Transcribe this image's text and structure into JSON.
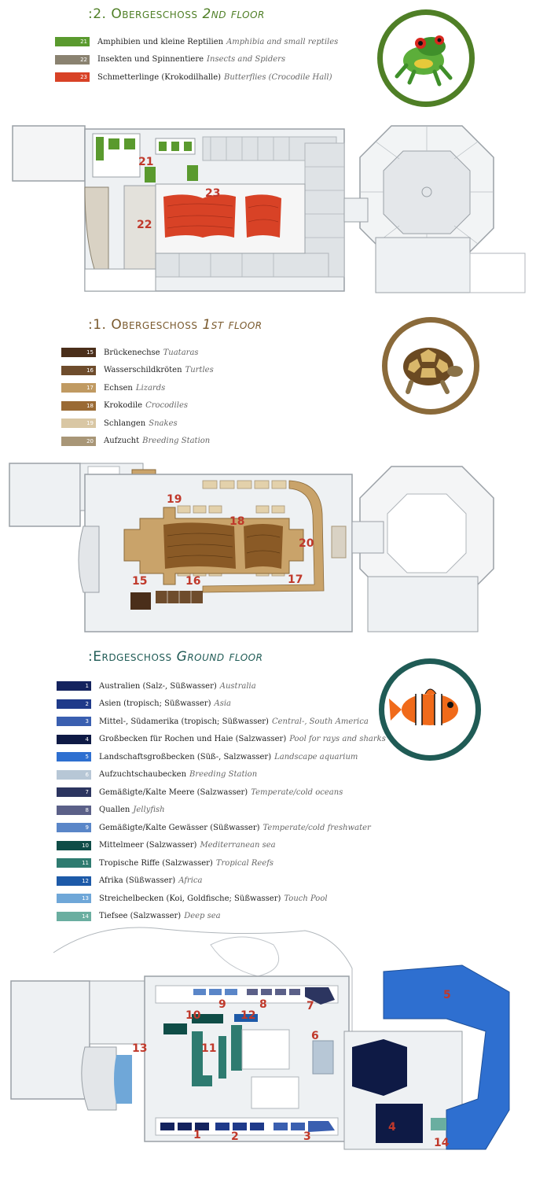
{
  "floors": {
    "second": {
      "prefix": ":",
      "title_de": "2. Obergeschoss",
      "title_en": "2nd floor",
      "color": "#4f7f26",
      "legend": [
        {
          "num": "21",
          "de": "Amphibien und kleine Reptilien",
          "en": "Amphibia and small reptiles",
          "color": "#5a9a2e"
        },
        {
          "num": "22",
          "de": "Insekten und Spinnentiere",
          "en": "Insects and Spiders",
          "color": "#8a8270"
        },
        {
          "num": "23",
          "de": "Schmetterlinge (Krokodilhalle)",
          "en": "Butterflies (Crocodile Hall)",
          "color": "#d84226"
        }
      ],
      "map_labels": [
        "21",
        "22",
        "23"
      ],
      "icon": "frog-icon"
    },
    "first": {
      "prefix": ":",
      "title_de": "1. Obergeschoss",
      "title_en": "1st floor",
      "color": "#7a5a2e",
      "legend": [
        {
          "num": "15",
          "de": "Brückenechse",
          "en": "Tuataras",
          "color": "#4a2e1a"
        },
        {
          "num": "16",
          "de": "Wasserschildkröten",
          "en": "Turtles",
          "color": "#6e4c2c"
        },
        {
          "num": "17",
          "de": "Echsen",
          "en": "Lizards",
          "color": "#c09a62"
        },
        {
          "num": "18",
          "de": "Krokodile",
          "en": "Crocodiles",
          "color": "#9a6a34"
        },
        {
          "num": "19",
          "de": "Schlangen",
          "en": "Snakes",
          "color": "#d9c7a4"
        },
        {
          "num": "20",
          "de": "Aufzucht",
          "en": "Breeding Station",
          "color": "#a89677"
        }
      ],
      "map_labels": [
        "15",
        "16",
        "17",
        "18",
        "19",
        "20"
      ],
      "icon": "tortoise-icon"
    },
    "ground": {
      "prefix": ":",
      "title_de": "Erdgeschoss",
      "title_en": "Ground floor",
      "color": "#1f5b55",
      "legend": [
        {
          "num": "1",
          "de": "Australien (Salz-, Süßwasser)",
          "en": "Australia",
          "color": "#14235e"
        },
        {
          "num": "2",
          "de": "Asien (tropisch; Süßwasser)",
          "en": "Asia",
          "color": "#1f3a8a"
        },
        {
          "num": "3",
          "de": "Mittel-, Südamerika (tropisch; Süßwasser)",
          "en": "Central-, South America",
          "color": "#3a5fb0"
        },
        {
          "num": "4",
          "de": "Großbecken für Rochen und Haie (Salzwasser)",
          "en": "Pool for rays and sharks",
          "color": "#0e1a45"
        },
        {
          "num": "5",
          "de": "Landschaftsgroßbecken (Süß-, Salzwasser)",
          "en": "Landscape aquarium",
          "color": "#2e6fd0"
        },
        {
          "num": "6",
          "de": "Aufzuchtschaubecken",
          "en": "Breeding Station",
          "color": "#b7c7d6"
        },
        {
          "num": "7",
          "de": "Gemäßigte/Kalte Meere (Salzwasser)",
          "en": "Temperate/cold oceans",
          "color": "#2c3560"
        },
        {
          "num": "8",
          "de": "Quallen",
          "en": "Jellyfish",
          "color": "#5b6088"
        },
        {
          "num": "9",
          "de": "Gemäßigte/Kalte Gewässer (Süßwasser)",
          "en": "Temperate/cold freshwater",
          "color": "#5a86c8"
        },
        {
          "num": "10",
          "de": "Mittelmeer (Salzwasser)",
          "en": "Mediterranean sea",
          "color": "#0f4d47"
        },
        {
          "num": "11",
          "de": "Tropische Riffe (Salzwasser)",
          "en": "Tropical Reefs",
          "color": "#2e7b70"
        },
        {
          "num": "12",
          "de": "Afrika (Süßwasser)",
          "en": "Africa",
          "color": "#1d5aa8"
        },
        {
          "num": "13",
          "de": "Streichelbecken (Koi, Goldfische; Süßwasser)",
          "en": "Touch Pool",
          "color": "#6fa7d8"
        },
        {
          "num": "14",
          "de": "Tiefsee (Salzwasser)",
          "en": "Deep sea",
          "color": "#6aaea0"
        }
      ],
      "map_labels": [
        "1",
        "2",
        "3",
        "4",
        "5",
        "6",
        "7",
        "8",
        "9",
        "10",
        "11",
        "12",
        "13",
        "14"
      ],
      "icon": "clownfish-icon"
    }
  },
  "colors": {
    "wall": "#9aa0a6",
    "floor": "#eef1f3",
    "label": "#c0392b"
  }
}
